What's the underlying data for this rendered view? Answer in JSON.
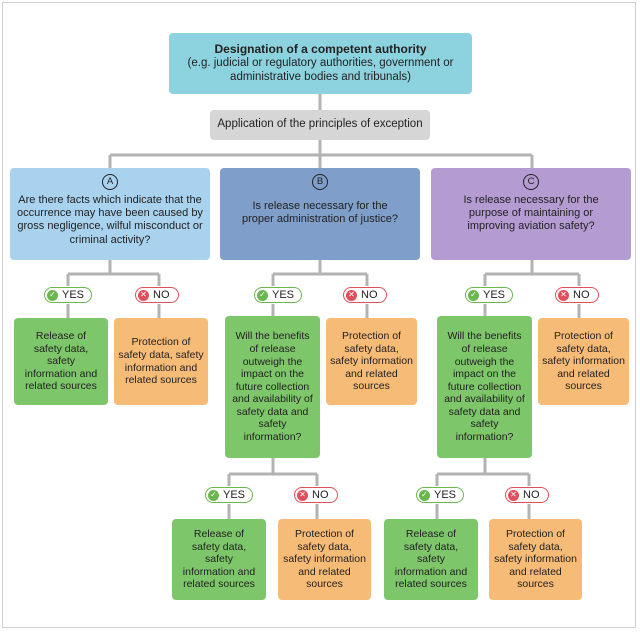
{
  "authority": {
    "title": "Designation of a competent authority",
    "subtitle": "(e.g. judicial or regulatory authorities, government or administrative bodies and tribunals)"
  },
  "principles": "Application of the principles of exception",
  "questions": {
    "a": {
      "letter": "A",
      "text": "Are there facts which indicate that the occurrence may have been caused by gross negligence, wilful misconduct or criminal activity?"
    },
    "b": {
      "letter": "B",
      "text": "Is release necessary for the proper administration of justice?"
    },
    "c": {
      "letter": "C",
      "text": "Is release necessary for the purpose of maintaining or improving aviation safety?"
    }
  },
  "answers": {
    "yes": "YES",
    "no": "NO"
  },
  "icons": {
    "yes": "check-circle-icon",
    "no": "cross-circle-icon"
  },
  "outcomes": {
    "release": "Release of safety data, safety information and related sources",
    "protection": "Protection of safety data, safety information and related sources",
    "benefits": "Will the benefits of release outweigh the impact on the future collection and availability of safety data and safety information?"
  },
  "colors": {
    "authority": "#8dd3df",
    "principles": "#d6d6d6",
    "question_a": "#a9d2ef",
    "question_b": "#7f9ec9",
    "question_c": "#b49bd2",
    "release": "#7ec66a",
    "protection": "#f6bb76",
    "yes": "#6ab750",
    "no": "#e0505a",
    "connector": "#b3b3b3"
  }
}
